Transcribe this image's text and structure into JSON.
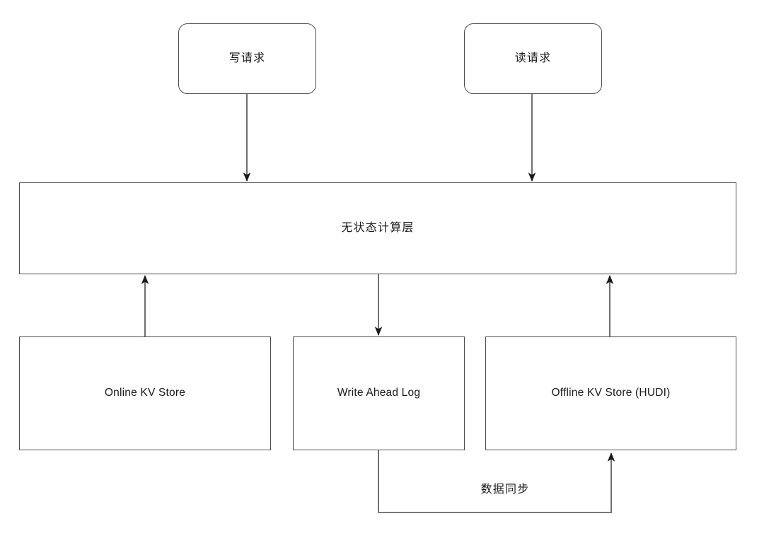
{
  "diagram": {
    "title": "Stateless compute layer storage architecture",
    "type": "flowchart",
    "background_color": "#ffffff",
    "stroke_color": "#4d4d4d",
    "text_color": "#1a1a1a",
    "nodes": [
      {
        "id": "write-request",
        "label": "写请求",
        "shape": "rounded-rect",
        "script": "cjk"
      },
      {
        "id": "read-request",
        "label": "读请求",
        "shape": "rounded-rect",
        "script": "cjk"
      },
      {
        "id": "stateless",
        "label": "无状态计算层",
        "shape": "rect",
        "script": "cjk"
      },
      {
        "id": "online-kv",
        "label": "Online KV Store",
        "shape": "rect",
        "script": "latin"
      },
      {
        "id": "wal",
        "label": "Write Ahead Log",
        "shape": "rect",
        "script": "latin"
      },
      {
        "id": "offline-kv",
        "label": "Offline KV Store (HUDI)",
        "shape": "rect",
        "script": "latin"
      }
    ],
    "edges": [
      {
        "id": "write-to-stateless",
        "from": "write-request",
        "to": "stateless",
        "label": "",
        "arrow": "down"
      },
      {
        "id": "read-to-stateless",
        "from": "read-request",
        "to": "stateless",
        "label": "",
        "arrow": "down"
      },
      {
        "id": "online-kv-to-stateless",
        "from": "online-kv",
        "to": "stateless",
        "label": "",
        "arrow": "up"
      },
      {
        "id": "stateless-to-wal",
        "from": "stateless",
        "to": "wal",
        "label": "",
        "arrow": "down"
      },
      {
        "id": "offline-kv-to-stateless",
        "from": "offline-kv",
        "to": "stateless",
        "label": "",
        "arrow": "up"
      },
      {
        "id": "wal-to-offline-kv",
        "from": "wal",
        "to": "offline-kv",
        "label": "数据同步",
        "arrow": "up"
      }
    ],
    "edge_labels": {
      "data_sync": "数据同步"
    }
  }
}
